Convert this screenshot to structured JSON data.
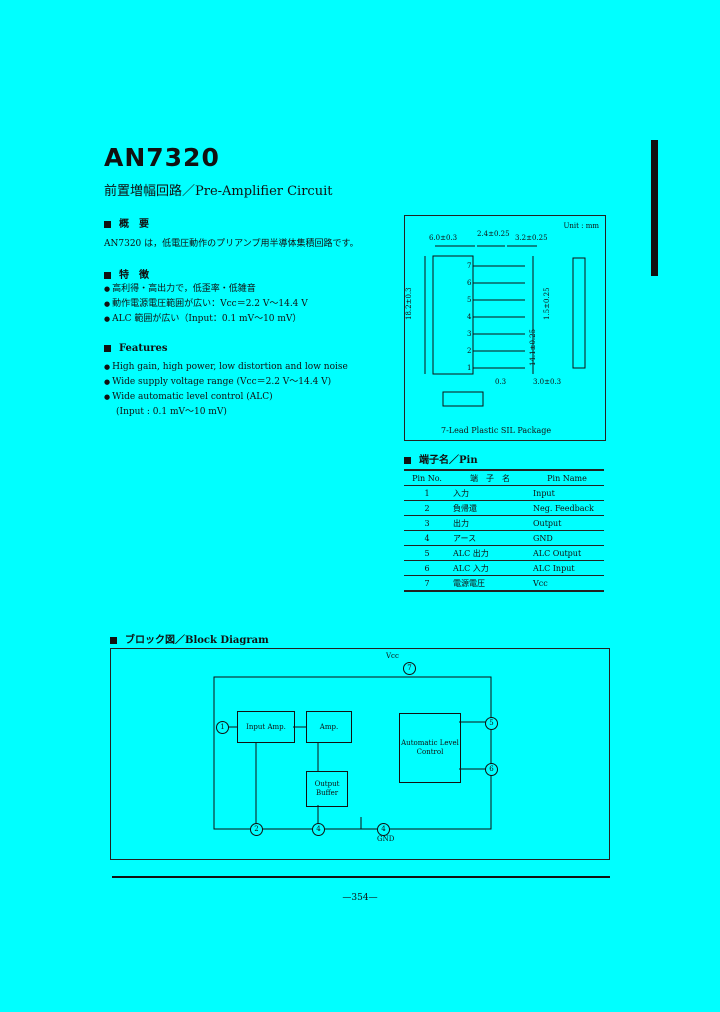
{
  "header": {
    "part_number": "AN7320",
    "subtitle": "前置増幅回路／Pre-Amplifier Circuit"
  },
  "overview": {
    "heading": "概　要",
    "text": "AN7320 は，低電圧動作のプリアンプ用半導体集積回路です。"
  },
  "features_jp": {
    "heading": "特　徴",
    "items": [
      "高利得・高出力で，低歪率・低雑音",
      "動作電源電圧範囲が広い：Vcc＝2.2 V〜14.4 V",
      "ALC 範囲が広い（Input：0.1 mV〜10 mV）"
    ]
  },
  "features_en": {
    "heading": "Features",
    "items": [
      "High gain, high power, low distortion and low noise",
      "Wide supply voltage range (Vcc＝2.2 V〜14.4 V)",
      "Wide automatic level control (ALC)",
      "(Input : 0.1 mV〜10 mV)"
    ]
  },
  "package": {
    "unit": "Unit : mm",
    "caption": "7-Lead Plastic SIL Package",
    "dims": [
      "6.0±0.3",
      "2.4±0.25",
      "3.2±0.25",
      "18.2±0.3",
      "1.5±0.25",
      "14.1±0.25",
      "0.3",
      "3.0±0.3"
    ],
    "pins": [
      "7",
      "6",
      "5",
      "4",
      "3",
      "2",
      "1"
    ]
  },
  "pin_table": {
    "heading": "端子名／Pin",
    "columns": [
      "Pin No.",
      "端　子　名",
      "Pin Name"
    ],
    "rows": [
      {
        "no": "1",
        "jp": "入力",
        "en": "Input"
      },
      {
        "no": "2",
        "jp": "負帰還",
        "en": "Neg. Feedback"
      },
      {
        "no": "3",
        "jp": "出力",
        "en": "Output"
      },
      {
        "no": "4",
        "jp": "アース",
        "en": "GND"
      },
      {
        "no": "5",
        "jp": "ALC 出力",
        "en": "ALC Output"
      },
      {
        "no": "6",
        "jp": "ALC 入力",
        "en": "ALC Input"
      },
      {
        "no": "7",
        "jp": "電源電圧",
        "en": "Vcc"
      }
    ]
  },
  "block_diagram": {
    "heading": "ブロック図／Block Diagram",
    "blocks": {
      "input_amp": "Input Amp.",
      "amp": "Amp.",
      "output_buffer": "Output Buffer",
      "alc": "Automatic Level Control"
    },
    "labels": {
      "vcc": "Vcc",
      "gnd": "GND"
    },
    "pins": [
      "1",
      "2",
      "4",
      "4",
      "5",
      "6",
      "7"
    ]
  },
  "footer": {
    "page": "—354—"
  }
}
